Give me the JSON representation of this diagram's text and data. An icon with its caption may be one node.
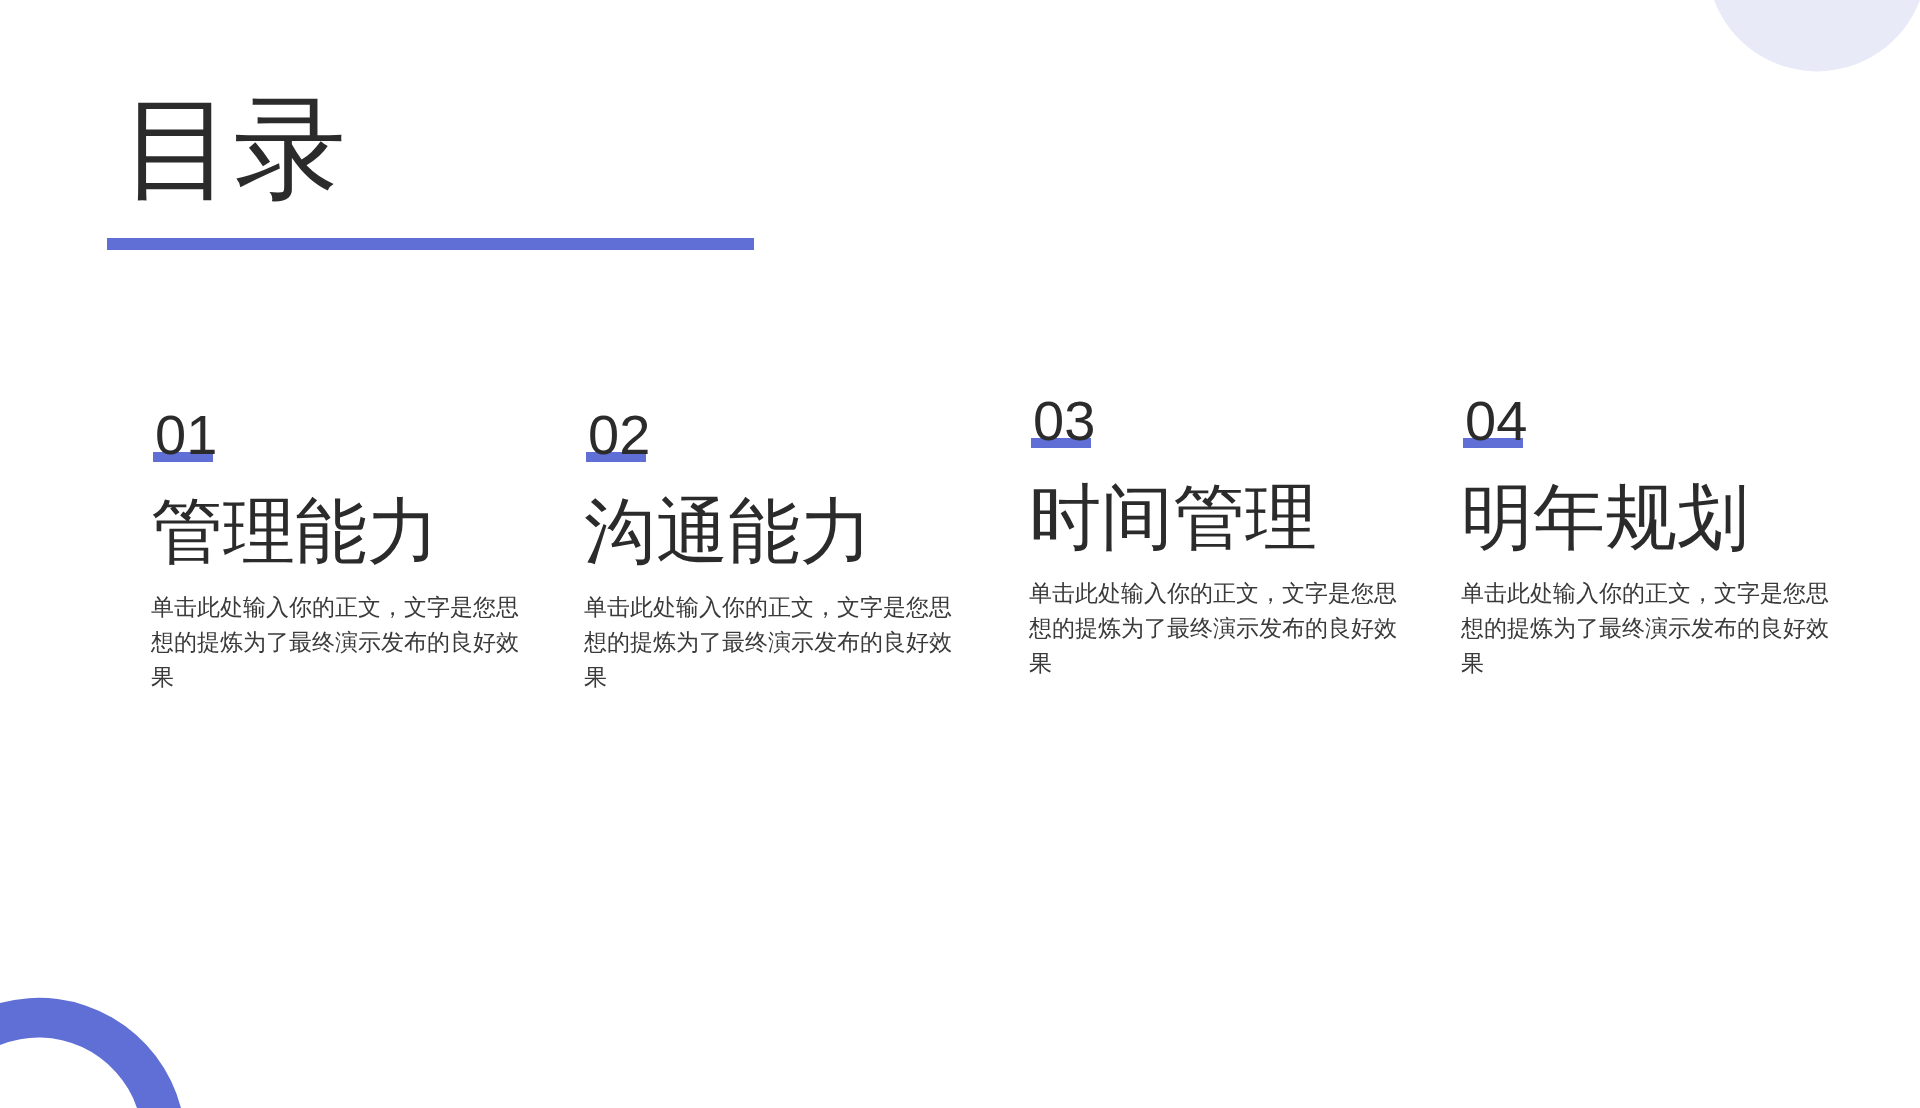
{
  "diagram": {
    "title": "目录",
    "labels": [
      "01",
      "管理能力",
      "单击此处输入你的正文，文字是您思想的提炼为了最终演示发布的良好效果",
      "02",
      "沟通能力",
      "单击此处输入你的正文，文字是您思想的提炼为了最终演示发布的良好效果",
      "03",
      "时间管理",
      "单击此处输入你的正文，文字是您思想的提炼为了最终演示发布的良好效果",
      "04",
      "明年规划",
      "单击此处输入你的正文，文字是您思想的提炼为了最终演示发布的良好效果"
    ]
  }
}
